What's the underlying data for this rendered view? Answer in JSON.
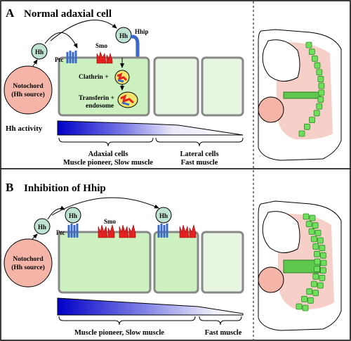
{
  "panel_a": {
    "letter": "A",
    "title": "Normal adaxial cell",
    "hh1": "Hh",
    "hh2": "Hh",
    "hhip": "Hhip",
    "smo": "Smo",
    "ptc": "Ptc",
    "notochord_line1": "Notochord",
    "notochord_line2": "(Hh source)",
    "clathrin": "Clathrin +",
    "transferrin_line1": "Transferin +",
    "transferrin_line2": "endosome",
    "hh_activity": "Hh activity",
    "adaxial_line1": "Adaxial cells",
    "adaxial_line2": "Muscle pioneer, Slow muscle",
    "lateral_line1": "Lateral cells",
    "lateral_line2": "Fast muscle"
  },
  "panel_b": {
    "letter": "B",
    "title": "Inhibition of Hhip",
    "hh1": "Hh",
    "hh2": "Hh",
    "hh3": "Hh",
    "smo": "Smo",
    "ptc": "Ptc",
    "notochord_line1": "Notochord",
    "notochord_line2": "(Hh source)",
    "slow_label": "Muscle pioneer, Slow muscle",
    "fast_label": "Fast muscle"
  },
  "colors": {
    "cell_green": "#ccf0bf",
    "cell_green_light": "#e6f6e0",
    "notochord_pink": "#f4b5a8",
    "hh_ball": "#bfe3d3",
    "receptor_blue": "#3a6ac6",
    "smo_red": "#e42222",
    "gradient_dark": "#0000c8",
    "bead_green": "#6ee05e"
  }
}
